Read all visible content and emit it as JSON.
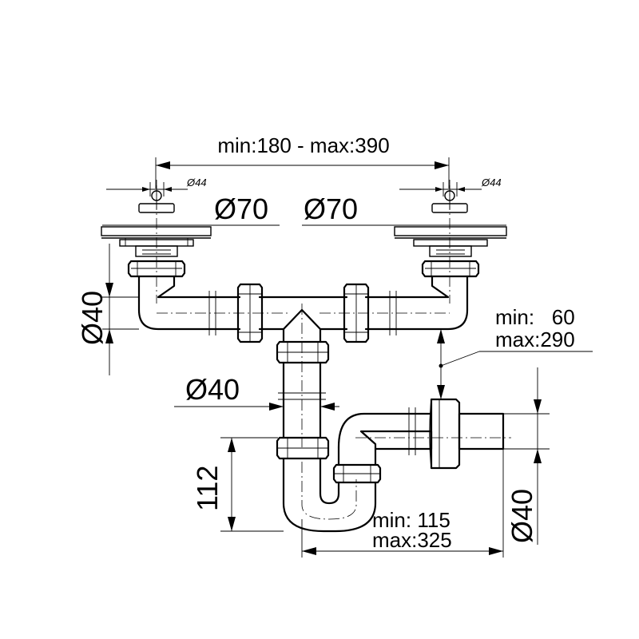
{
  "dimensions": {
    "top_span": "min:180 - max:390",
    "left_small_dia": "Ø44",
    "right_small_dia": "Ø44",
    "left_basket_dia": "Ø70",
    "right_basket_dia": "Ø70",
    "left_pipe_dia": "Ø40",
    "middle_pipe_dia": "Ø40",
    "height_112": "112",
    "right_pipe_dia": "Ø40",
    "height_min": "min:   60",
    "height_max": "max:290",
    "length_min": "min: 115",
    "length_max": "max:325"
  }
}
